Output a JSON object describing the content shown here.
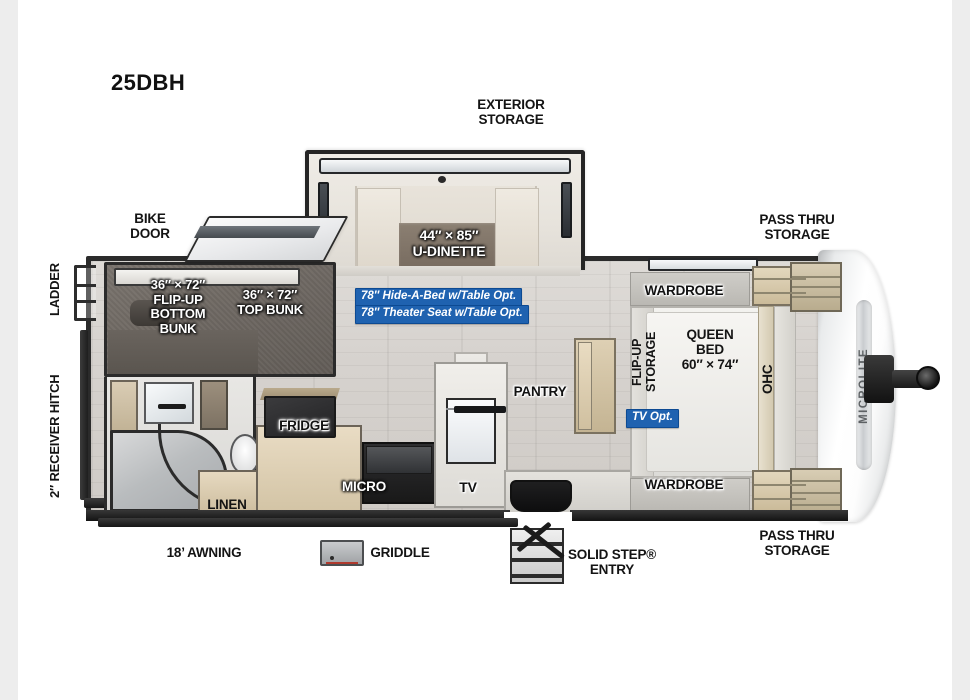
{
  "floorplan": {
    "model_code": "25DBH",
    "brand_badge": "MICROLITE"
  },
  "exterior_labels": {
    "exterior_storage": "EXTERIOR\nSTORAGE",
    "bike_door": "BIKE\nDOOR",
    "ladder": "LADDER",
    "receiver_hitch": "2″ RECEIVER HITCH",
    "pass_thru_storage_top": "PASS THRU\nSTORAGE",
    "pass_thru_storage_bottom": "PASS THRU\nSTORAGE",
    "awning": "18’ AWNING",
    "griddle": "GRIDDLE",
    "solid_step_entry": "SOLID STEP®\nENTRY"
  },
  "interior_labels": {
    "u_dinette": "44″ × 85″\nU-DINETTE",
    "flip_up_bottom_bunk": "36″ × 72″\nFLIP-UP\nBOTTOM\nBUNK",
    "top_bunk": "36″ × 72″\nTOP BUNK",
    "linen": "LINEN",
    "fridge": "FRIDGE",
    "micro": "MICRO",
    "tv": "TV",
    "pantry": "PANTRY",
    "wardrobe_top": "WARDROBE",
    "wardrobe_bottom": "WARDROBE",
    "queen_bed": "QUEEN\nBED\n60″ × 74″",
    "flip_up_storage": "FLIP-UP\nSTORAGE",
    "ohc": "OHC"
  },
  "option_badges": {
    "hide_a_bed": "78″ Hide-A-Bed w/Table Opt.",
    "theater_seat": "78″ Theater Seat w/Table Opt.",
    "tv_opt": "TV Opt."
  },
  "colors": {
    "option_badge_blue": "#1f62b0",
    "page_background": "#ededed",
    "canvas": "#ffffff",
    "body_outline": "#2b2b2b",
    "floor": "#d6d2ce",
    "bunk_carpet": "#6e6862"
  }
}
